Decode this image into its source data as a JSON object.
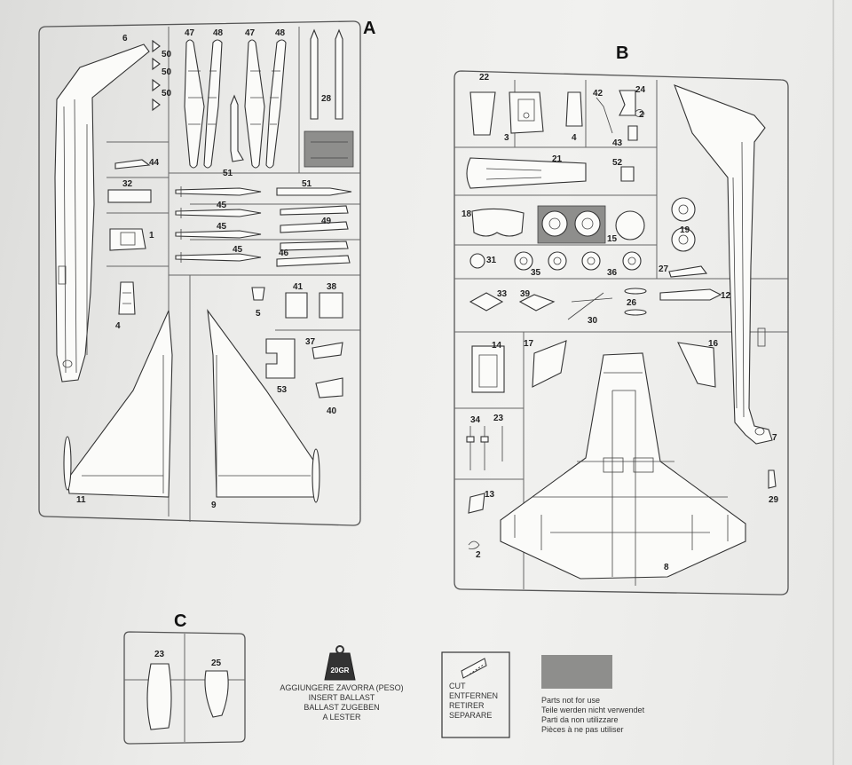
{
  "sprues": {
    "a": {
      "letter": "A",
      "labels": {
        "p6": "6",
        "p50a": "50",
        "p50b": "50",
        "p50c": "50",
        "p47a": "47",
        "p48a": "48",
        "p47b": "47",
        "p48b": "48",
        "p28": "28",
        "p44": "44",
        "p51a": "51",
        "p51b": "51",
        "p32": "32",
        "p45a": "45",
        "p45b": "45",
        "p45c": "45",
        "p49": "49",
        "p46": "46",
        "p1": "1",
        "p4": "4",
        "p5": "5",
        "p41": "41",
        "p38": "38",
        "p37": "37",
        "p53": "53",
        "p40": "40",
        "p11": "11",
        "p9": "9"
      }
    },
    "b": {
      "letter": "B",
      "labels": {
        "p22": "22",
        "p3": "3",
        "p4": "4",
        "p42": "42",
        "p24": "24",
        "p2a": "2",
        "p43": "43",
        "p21": "21",
        "p52": "52",
        "p18": "18",
        "p15": "15",
        "p19": "19",
        "p31": "31",
        "p35": "35",
        "p36": "36",
        "p27": "27",
        "p33": "33",
        "p39": "39",
        "p26": "26",
        "p30": "30",
        "p12": "12",
        "p14": "14",
        "p17": "17",
        "p16": "16",
        "p34": "34",
        "p23": "23",
        "p13": "13",
        "p2b": "2",
        "p8": "8",
        "p7": "7",
        "p29": "29"
      }
    },
    "c": {
      "letter": "C",
      "labels": {
        "p23": "23",
        "p25": "25"
      }
    }
  },
  "legend": {
    "ballast_badge": "20GR",
    "ballast_lines": [
      "AGGIUNGERE ZAVORRA (PESO)",
      "INSERT BALLAST",
      "BALLAST ZUGEBEN",
      "A LESTER"
    ],
    "cut_lines": [
      "CUT",
      "ENTFERNEN",
      "RETIRER",
      "SEPARARE"
    ],
    "notuse_lines": [
      "Parts not for use",
      "Teile werden nicht verwendet",
      "Parti da non utilizzare",
      "Pièces à ne pas utiliser"
    ],
    "notuse_color": "#8e8e8c"
  }
}
